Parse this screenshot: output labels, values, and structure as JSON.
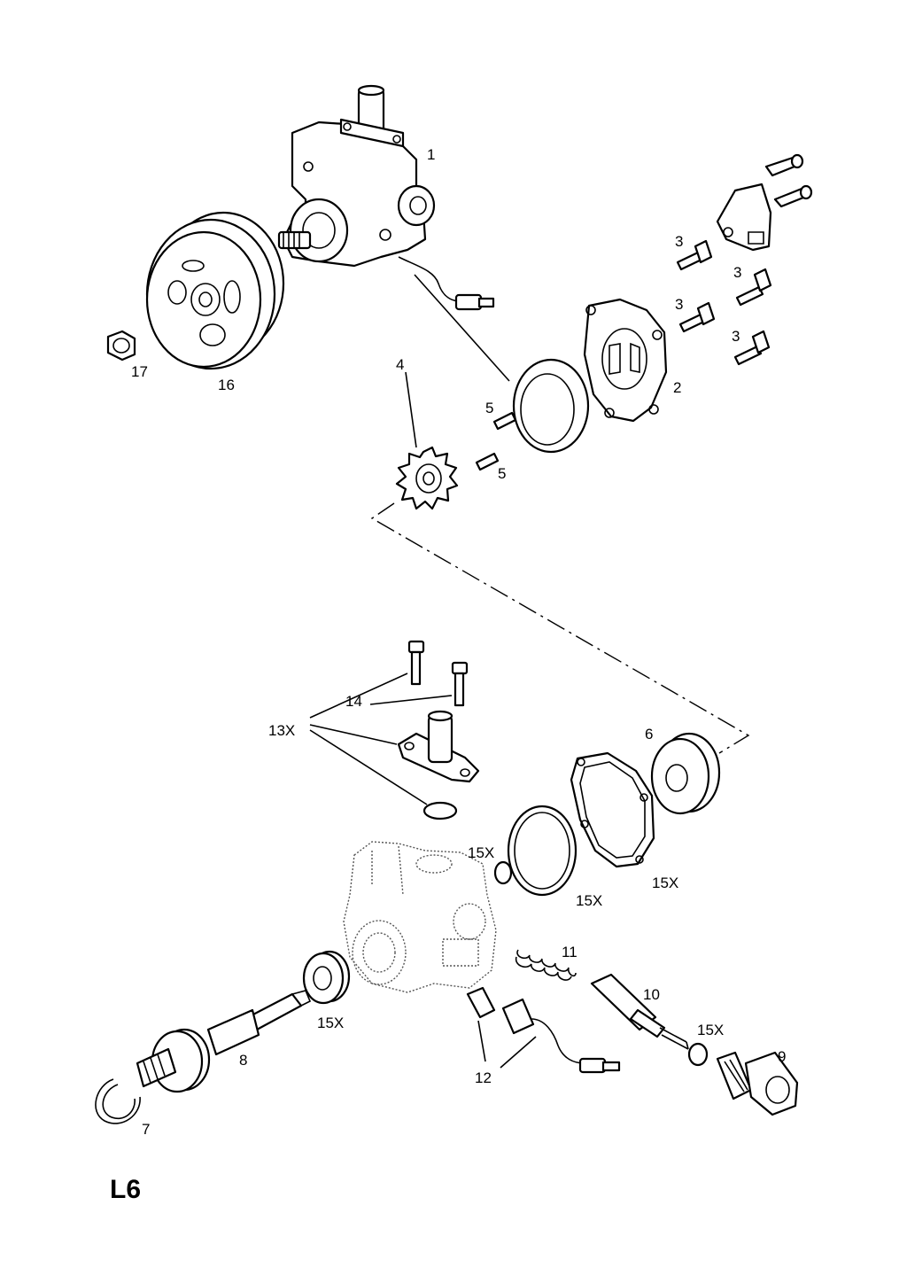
{
  "diagram": {
    "page_code": "L6",
    "callouts": [
      {
        "id": "c1",
        "text": "1"
      },
      {
        "id": "c2",
        "text": "2"
      },
      {
        "id": "c3a",
        "text": "3"
      },
      {
        "id": "c3b",
        "text": "3"
      },
      {
        "id": "c3c",
        "text": "3"
      },
      {
        "id": "c3d",
        "text": "3"
      },
      {
        "id": "c4",
        "text": "4"
      },
      {
        "id": "c5a",
        "text": "5"
      },
      {
        "id": "c5b",
        "text": "5"
      },
      {
        "id": "c6",
        "text": "6"
      },
      {
        "id": "c7",
        "text": "7"
      },
      {
        "id": "c8",
        "text": "8"
      },
      {
        "id": "c9",
        "text": "9"
      },
      {
        "id": "c10",
        "text": "10"
      },
      {
        "id": "c11",
        "text": "11"
      },
      {
        "id": "c12",
        "text": "12"
      },
      {
        "id": "c13",
        "text": "13X"
      },
      {
        "id": "c14",
        "text": "14"
      },
      {
        "id": "c15a",
        "text": "15X"
      },
      {
        "id": "c15b",
        "text": "15X"
      },
      {
        "id": "c15c",
        "text": "15X"
      },
      {
        "id": "c15d",
        "text": "15X"
      },
      {
        "id": "c15e",
        "text": "15X"
      },
      {
        "id": "c16",
        "text": "16"
      },
      {
        "id": "c17",
        "text": "17"
      }
    ]
  }
}
